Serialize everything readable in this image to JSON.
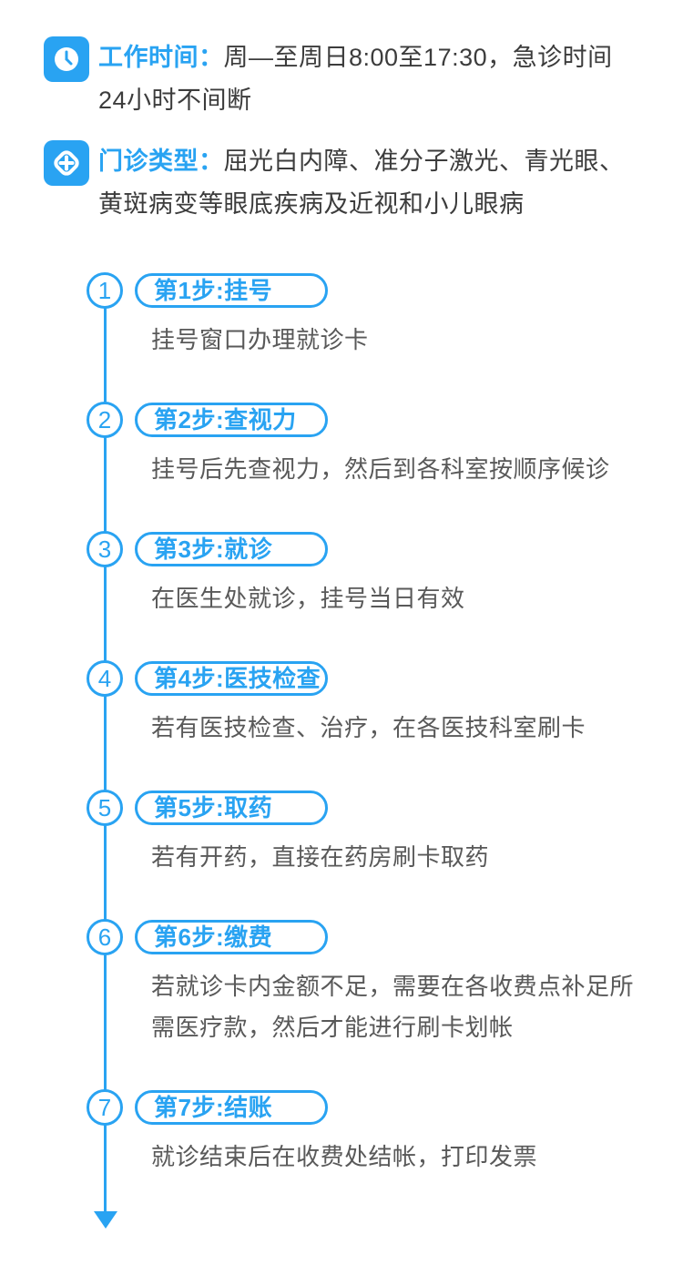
{
  "colors": {
    "accent_blue": "#29a3f2",
    "body_text": "#3c3c3c",
    "description_text": "#595959"
  },
  "info_sections": [
    {
      "icon": "clock-icon",
      "label": "工作时间：",
      "text": "周—至周日8:00至17:30，急诊时间24小时不间断"
    },
    {
      "icon": "medical-cross-icon",
      "label": "门诊类型：",
      "text": "屈光白内障、准分子激光、青光眼、黄斑病变等眼底疾病及近视和小儿眼病"
    }
  ],
  "steps": [
    {
      "number": "1",
      "title": "第1步:挂号",
      "description": "挂号窗口办理就诊卡"
    },
    {
      "number": "2",
      "title": "第2步:查视力",
      "description": "挂号后先查视力，然后到各科室按顺序候诊"
    },
    {
      "number": "3",
      "title": "第3步:就诊",
      "description": "在医生处就诊，挂号当日有效"
    },
    {
      "number": "4",
      "title": "第4步:医技检查",
      "description": "若有医技检查、治疗，在各医技科室刷卡"
    },
    {
      "number": "5",
      "title": "第5步:取药",
      "description": "若有开药，直接在药房刷卡取药"
    },
    {
      "number": "6",
      "title": "第6步:缴费",
      "description": "若就诊卡内金额不足，需要在各收费点补足所需医疗款，然后才能进行刷卡划帐"
    },
    {
      "number": "7",
      "title": "第7步:结账",
      "description": "就诊结束后在收费处结帐，打印发票"
    }
  ]
}
